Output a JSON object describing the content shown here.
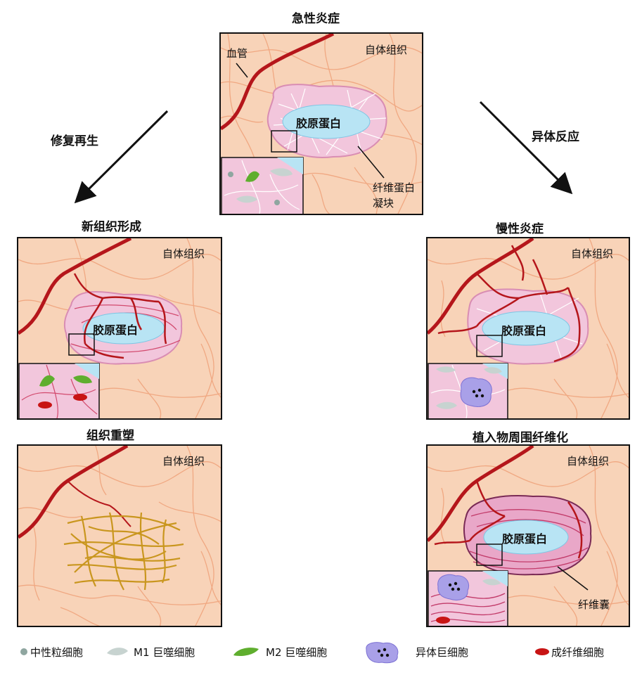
{
  "titles": {
    "acute": "急性炎症",
    "repair": "修复再生",
    "foreign": "异体反应",
    "new_tissue": "新组织形成",
    "chronic": "慢性炎症",
    "remodel": "组织重塑",
    "fibrosis": "植入物周围纤维化"
  },
  "labels": {
    "vessel": "血管",
    "autologous": "自体组织",
    "collagen": "胶原蛋白",
    "fibrin_clot_1": "纤维蛋白",
    "fibrin_clot_2": "凝块",
    "capsule": "纤维囊"
  },
  "legend": [
    {
      "label": "中性粒细胞",
      "icon": "neutrophil-icon",
      "color": "#8fa6a0"
    },
    {
      "label": "M1 巨噬细胞",
      "icon": "m1-macrophage-icon",
      "color": "#c7d3d0"
    },
    {
      "label": "M2 巨噬细胞",
      "icon": "m2-macrophage-icon",
      "color": "#5fae2e"
    },
    {
      "label": "异体巨细胞",
      "icon": "giant-cell-icon",
      "color": "#a9a0e8"
    },
    {
      "label": "成纤维细胞",
      "icon": "fibroblast-icon",
      "color": "#c81414"
    }
  ],
  "colors": {
    "tissue": "#f8d3b8",
    "fiber": "#f0a882",
    "vessel": "#b5161b",
    "collagen": "#b8e4f4",
    "fibrin": "#f2c6dc",
    "remodel_fiber": "#c9961e"
  }
}
